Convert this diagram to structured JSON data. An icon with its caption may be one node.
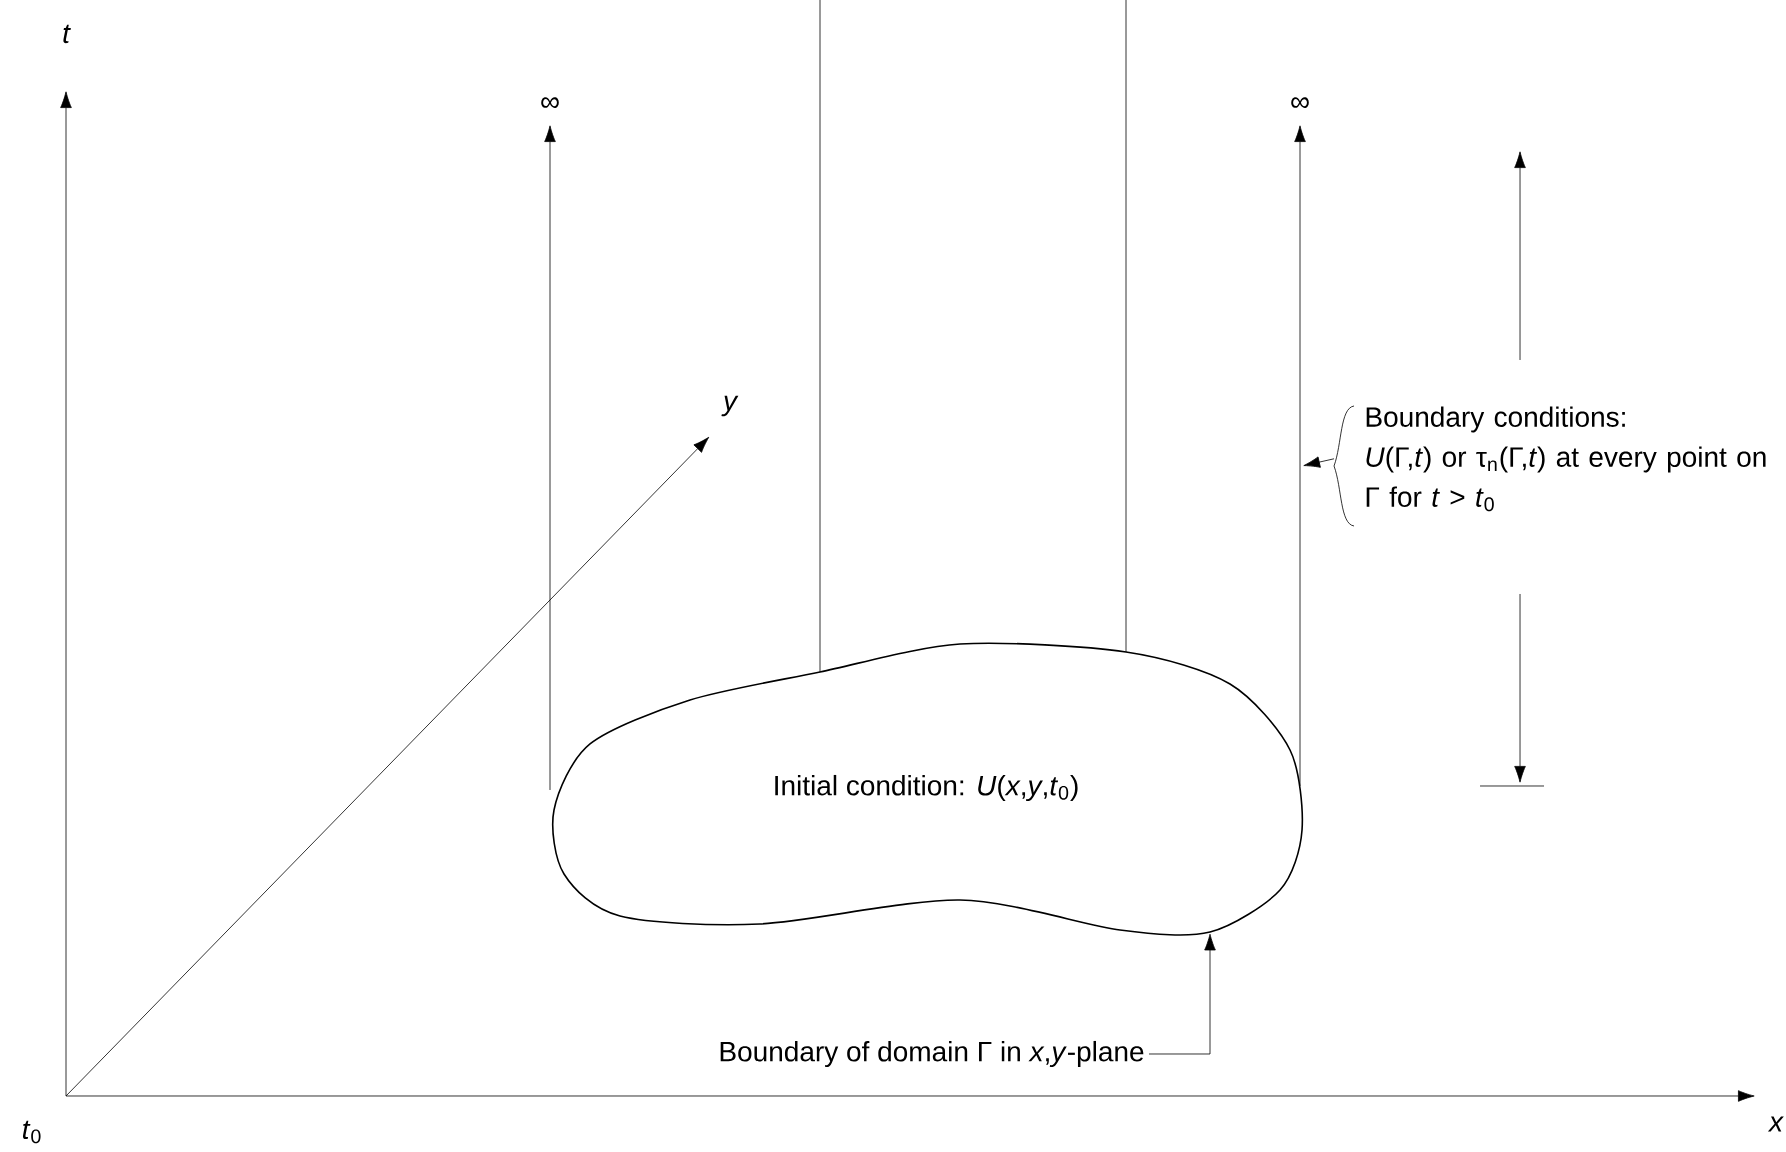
{
  "diagram": {
    "nodes": [
      {
        "text": [
          "Initial condition: *U*(*x*,*y*,*t*$_{0}$)"
        ]
      },
      {
        "text": [
          "Boundary of domain Γ in *x*,*y*-plane"
        ]
      },
      {
        "text": [
          "Boundary conditions:",
          "*U*(Γ,*t*) or τ$_{n}$(Γ,*t*) at every point on Γ for *t* > *t*$_{0}$"
        ]
      }
    ],
    "edges": [
      {
        "from": 1,
        "to": 0,
        "arrow": "to"
      },
      {
        "from": 2,
        "to": null,
        "arrow": "to"
      }
    ],
    "labels": [
      "t",
      "∞",
      "∞",
      "y",
      "*t*$_{0}$",
      "x"
    ]
  }
}
